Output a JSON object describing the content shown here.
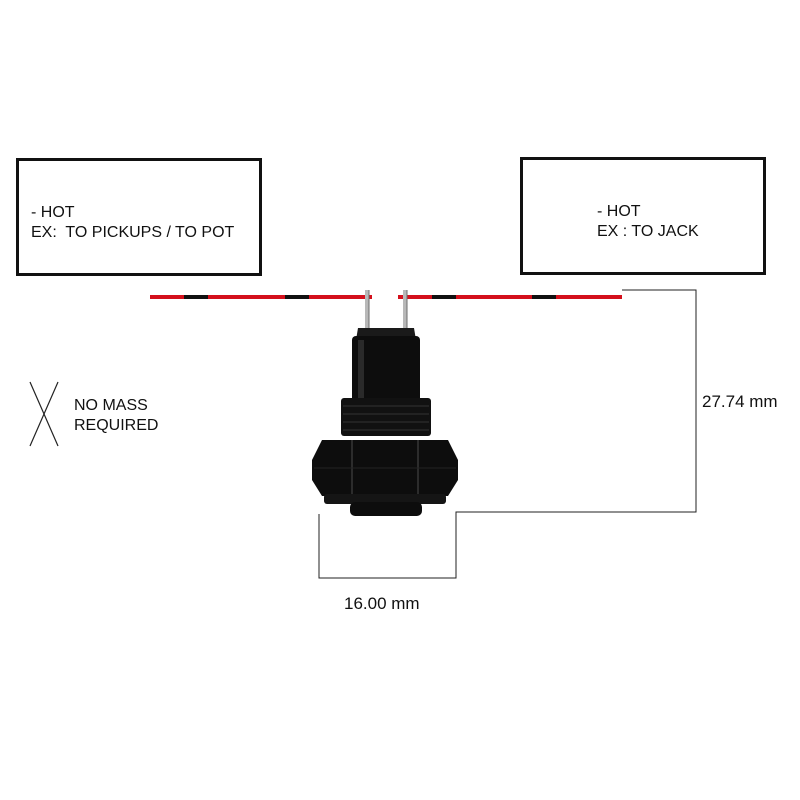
{
  "left_box": {
    "line1": "- HOT",
    "line2": "EX:  TO PICKUPS / TO POT"
  },
  "right_box": {
    "line1": "- HOT",
    "line2": "EX : TO JACK"
  },
  "no_mass": {
    "line1": "NO MASS",
    "line2": "REQUIRED"
  },
  "dimensions": {
    "width": "16.00 mm",
    "height": "27.74 mm"
  },
  "colors": {
    "wire_red": "#d4101c",
    "wire_black": "#111111",
    "component": "#0d0d0d",
    "lead": "#b8b8b8"
  },
  "icons": {
    "no_mass_symbol": "x-cross-icon",
    "component": "push-button-switch"
  }
}
